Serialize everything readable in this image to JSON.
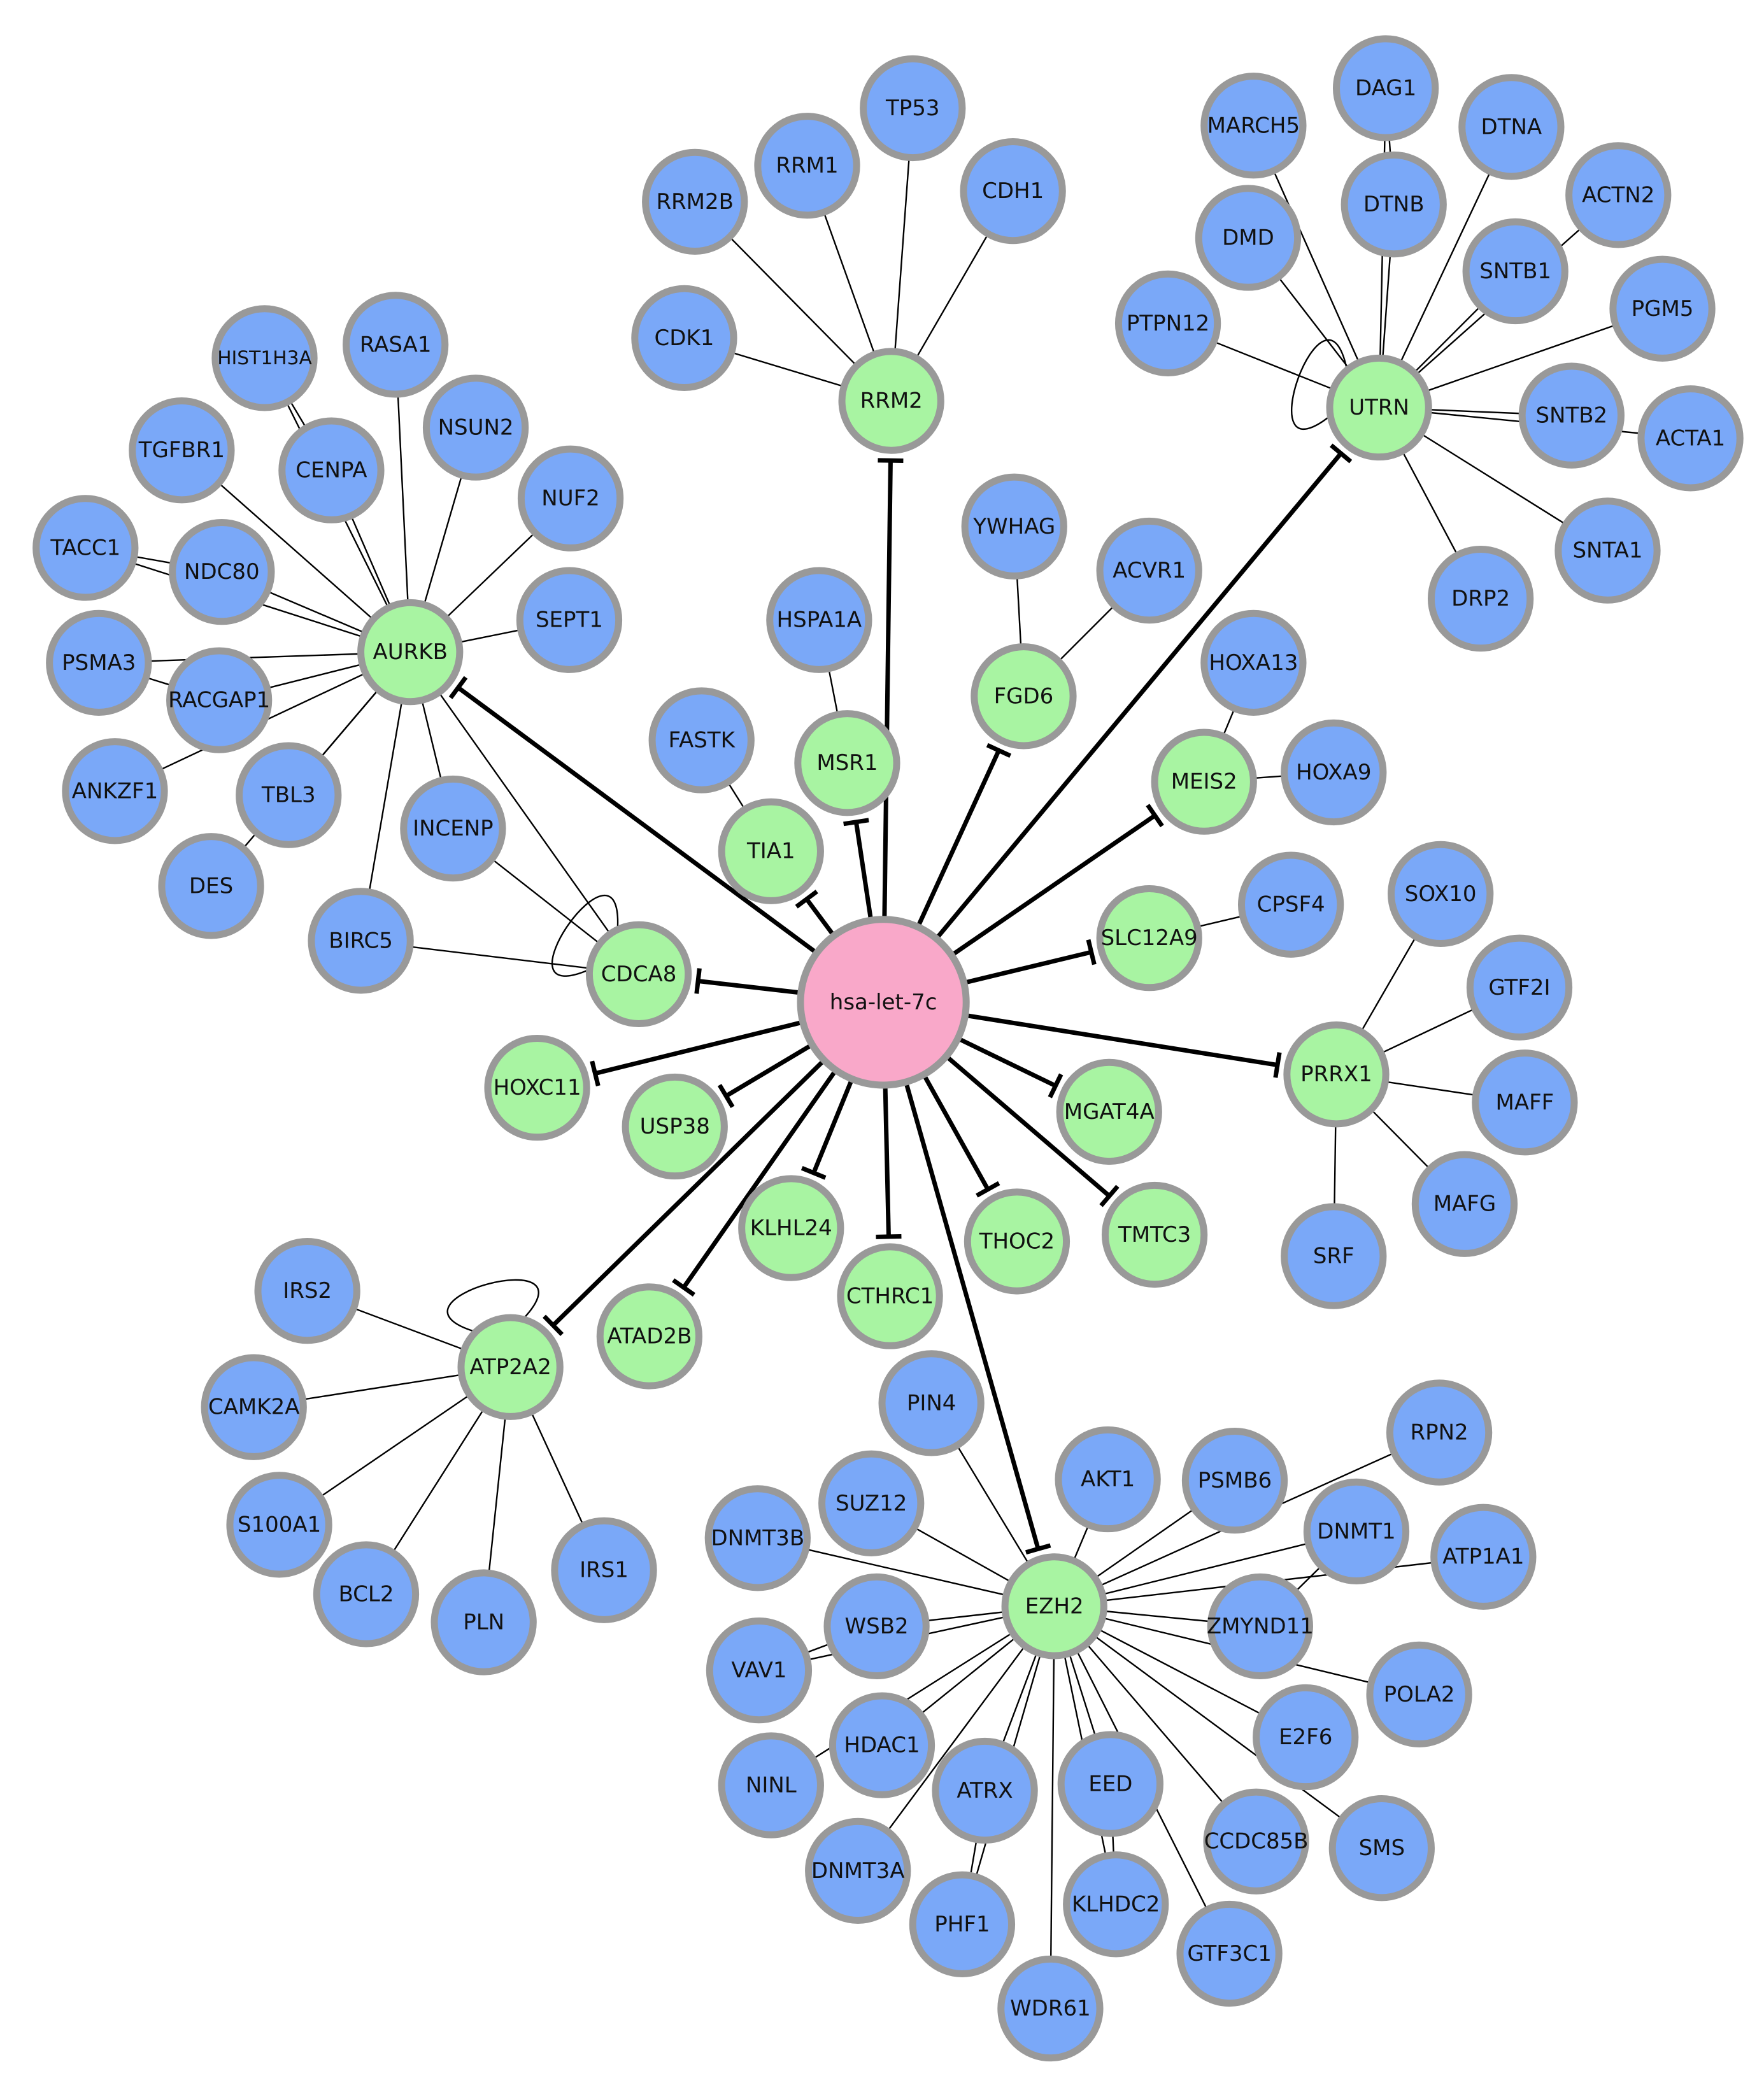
{
  "colors": {
    "mirna": "#f9a8c9",
    "target": "#a8f4a2",
    "partner": "#7aa8f8",
    "border": "#999999",
    "edge": "#000000"
  },
  "hub": "hsa-let-7c",
  "targets": [
    "RRM2",
    "UTRN",
    "AURKB",
    "CDCA8",
    "TIA1",
    "MSR1",
    "FGD6",
    "MEIS2",
    "SLC12A9",
    "PRRX1",
    "MGAT4A",
    "TMTC3",
    "THOC2",
    "CTHRC1",
    "KLHL24",
    "ATAD2B",
    "USP38",
    "HOXC11",
    "ATP2A2",
    "EZH2"
  ],
  "partners": [
    "RRM2B",
    "RRM1",
    "TP53",
    "CDH1",
    "CDK1",
    "MARCH5",
    "DAG1",
    "DTNA",
    "DMD",
    "DTNB",
    "ACTN2",
    "SNTB1",
    "PGM5",
    "PTPN12",
    "SNTB2",
    "ACTA1",
    "SNTA1",
    "DRP2",
    "HIST1H3A",
    "RASA1",
    "NSUN2",
    "TGFBR1",
    "CENPA",
    "NUF2",
    "TACC1",
    "NDC80",
    "SEPT1",
    "PSMA3",
    "RACGAP1",
    "ANKZF1",
    "TBL3",
    "DES",
    "INCENP",
    "BIRC5",
    "FASTK",
    "HSPA1A",
    "YWHAG",
    "ACVR1",
    "HOXA13",
    "HOXA9",
    "CPSF4",
    "SOX10",
    "GTF2I",
    "MAFF",
    "MAFG",
    "SRF",
    "IRS2",
    "CAMK2A",
    "S100A1",
    "BCL2",
    "PLN",
    "IRS1",
    "PIN4",
    "AKT1",
    "PSMB6",
    "RPN2",
    "DNMT1",
    "ATP1A1",
    "SUZ12",
    "DNMT3B",
    "WSB2",
    "ZMYND11",
    "VAV1",
    "POLA2",
    "E2F6",
    "HDAC1",
    "NINL",
    "ATRX",
    "EED",
    "CCDC85B",
    "SMS",
    "DNMT3A",
    "PHF1",
    "KLHDC2",
    "GTF3C1",
    "WDR61"
  ],
  "inhibition_edges": [
    [
      "hsa-let-7c",
      "RRM2"
    ],
    [
      "hsa-let-7c",
      "UTRN"
    ],
    [
      "hsa-let-7c",
      "AURKB"
    ],
    [
      "hsa-let-7c",
      "CDCA8"
    ],
    [
      "hsa-let-7c",
      "TIA1"
    ],
    [
      "hsa-let-7c",
      "MSR1"
    ],
    [
      "hsa-let-7c",
      "FGD6"
    ],
    [
      "hsa-let-7c",
      "MEIS2"
    ],
    [
      "hsa-let-7c",
      "SLC12A9"
    ],
    [
      "hsa-let-7c",
      "PRRX1"
    ],
    [
      "hsa-let-7c",
      "MGAT4A"
    ],
    [
      "hsa-let-7c",
      "TMTC3"
    ],
    [
      "hsa-let-7c",
      "THOC2"
    ],
    [
      "hsa-let-7c",
      "CTHRC1"
    ],
    [
      "hsa-let-7c",
      "KLHL24"
    ],
    [
      "hsa-let-7c",
      "ATAD2B"
    ],
    [
      "hsa-let-7c",
      "USP38"
    ],
    [
      "hsa-let-7c",
      "HOXC11"
    ],
    [
      "hsa-let-7c",
      "ATP2A2"
    ],
    [
      "hsa-let-7c",
      "EZH2"
    ]
  ],
  "interaction_edges": [
    [
      "RRM2",
      "RRM2B"
    ],
    [
      "RRM2",
      "RRM1"
    ],
    [
      "RRM2",
      "TP53"
    ],
    [
      "RRM2",
      "CDH1"
    ],
    [
      "RRM2",
      "CDK1"
    ],
    [
      "UTRN",
      "MARCH5"
    ],
    [
      "UTRN",
      "DAG1"
    ],
    [
      "UTRN",
      "DTNA"
    ],
    [
      "UTRN",
      "DMD"
    ],
    [
      "UTRN",
      "DTNB"
    ],
    [
      "UTRN",
      "ACTN2"
    ],
    [
      "UTRN",
      "SNTB1"
    ],
    [
      "UTRN",
      "PGM5"
    ],
    [
      "UTRN",
      "PTPN12"
    ],
    [
      "UTRN",
      "SNTB2"
    ],
    [
      "UTRN",
      "ACTA1"
    ],
    [
      "UTRN",
      "SNTA1"
    ],
    [
      "UTRN",
      "DRP2"
    ],
    [
      "DAG1",
      "DTNB"
    ],
    [
      "AURKB",
      "HIST1H3A"
    ],
    [
      "AURKB",
      "RASA1"
    ],
    [
      "AURKB",
      "NSUN2"
    ],
    [
      "AURKB",
      "TGFBR1"
    ],
    [
      "AURKB",
      "CENPA"
    ],
    [
      "AURKB",
      "NUF2"
    ],
    [
      "AURKB",
      "TACC1"
    ],
    [
      "AURKB",
      "NDC80"
    ],
    [
      "AURKB",
      "SEPT1"
    ],
    [
      "AURKB",
      "PSMA3"
    ],
    [
      "AURKB",
      "RACGAP1"
    ],
    [
      "AURKB",
      "ANKZF1"
    ],
    [
      "AURKB",
      "TBL3"
    ],
    [
      "AURKB",
      "DES"
    ],
    [
      "AURKB",
      "INCENP"
    ],
    [
      "AURKB",
      "BIRC5"
    ],
    [
      "AURKB",
      "CDCA8"
    ],
    [
      "HIST1H3A",
      "CENPA"
    ],
    [
      "TACC1",
      "NDC80"
    ],
    [
      "PSMA3",
      "RACGAP1"
    ],
    [
      "CDCA8",
      "INCENP"
    ],
    [
      "CDCA8",
      "BIRC5"
    ],
    [
      "TIA1",
      "FASTK"
    ],
    [
      "MSR1",
      "HSPA1A"
    ],
    [
      "FGD6",
      "YWHAG"
    ],
    [
      "FGD6",
      "ACVR1"
    ],
    [
      "MEIS2",
      "HOXA13"
    ],
    [
      "MEIS2",
      "HOXA9"
    ],
    [
      "SLC12A9",
      "CPSF4"
    ],
    [
      "PRRX1",
      "SOX10"
    ],
    [
      "PRRX1",
      "GTF2I"
    ],
    [
      "PRRX1",
      "MAFF"
    ],
    [
      "PRRX1",
      "MAFG"
    ],
    [
      "PRRX1",
      "SRF"
    ],
    [
      "ATP2A2",
      "IRS2"
    ],
    [
      "ATP2A2",
      "CAMK2A"
    ],
    [
      "ATP2A2",
      "S100A1"
    ],
    [
      "ATP2A2",
      "BCL2"
    ],
    [
      "ATP2A2",
      "PLN"
    ],
    [
      "ATP2A2",
      "IRS1"
    ],
    [
      "EZH2",
      "PIN4"
    ],
    [
      "EZH2",
      "AKT1"
    ],
    [
      "EZH2",
      "PSMB6"
    ],
    [
      "EZH2",
      "RPN2"
    ],
    [
      "EZH2",
      "DNMT1"
    ],
    [
      "EZH2",
      "ATP1A1"
    ],
    [
      "EZH2",
      "SUZ12"
    ],
    [
      "EZH2",
      "DNMT3B"
    ],
    [
      "EZH2",
      "WSB2"
    ],
    [
      "EZH2",
      "ZMYND11"
    ],
    [
      "EZH2",
      "VAV1"
    ],
    [
      "EZH2",
      "POLA2"
    ],
    [
      "EZH2",
      "E2F6"
    ],
    [
      "EZH2",
      "HDAC1"
    ],
    [
      "EZH2",
      "NINL"
    ],
    [
      "EZH2",
      "ATRX"
    ],
    [
      "EZH2",
      "EED"
    ],
    [
      "EZH2",
      "CCDC85B"
    ],
    [
      "EZH2",
      "SMS"
    ],
    [
      "EZH2",
      "DNMT3A"
    ],
    [
      "EZH2",
      "PHF1"
    ],
    [
      "EZH2",
      "KLHDC2"
    ],
    [
      "EZH2",
      "GTF3C1"
    ],
    [
      "EZH2",
      "WDR61"
    ],
    [
      "WSB2",
      "VAV1"
    ],
    [
      "ATRX",
      "PHF1"
    ],
    [
      "EED",
      "KLHDC2"
    ],
    [
      "DNMT1",
      "ZMYND11"
    ]
  ],
  "self_loops": [
    "UTRN",
    "CDCA8",
    "ATP2A2"
  ]
}
